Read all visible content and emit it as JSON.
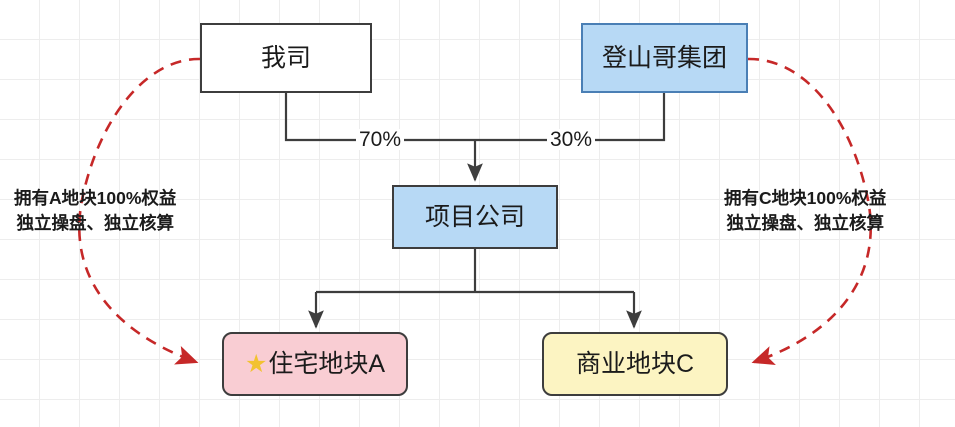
{
  "diagram": {
    "nodes": {
      "ours": {
        "label": "我司"
      },
      "group": {
        "label": "登山哥集团"
      },
      "project": {
        "label": "项目公司"
      },
      "plot_a": {
        "icon": "star-icon",
        "icon_glyph": "★",
        "label": "住宅地块A"
      },
      "plot_c": {
        "label": "商业地块C"
      }
    },
    "edge_labels": {
      "ours_to_project": "70%",
      "group_to_project": "30%"
    },
    "annotations": {
      "left": {
        "line1": "拥有A地块100%权益",
        "line2": "独立操盘、独立核算"
      },
      "right": {
        "line1": "拥有C地块100%权益",
        "line2": "独立操盘、独立核算"
      }
    },
    "colors": {
      "blue_fill": "#b7d9f5",
      "blue_stroke": "#4a7fb5",
      "pink_fill": "#f9cdd3",
      "yellow_fill": "#fcf4c2",
      "dark_stroke": "#3d3d3d",
      "dashed_red": "#c62828",
      "star_yellow": "#f2c230",
      "grid_line": "#ededed"
    }
  }
}
